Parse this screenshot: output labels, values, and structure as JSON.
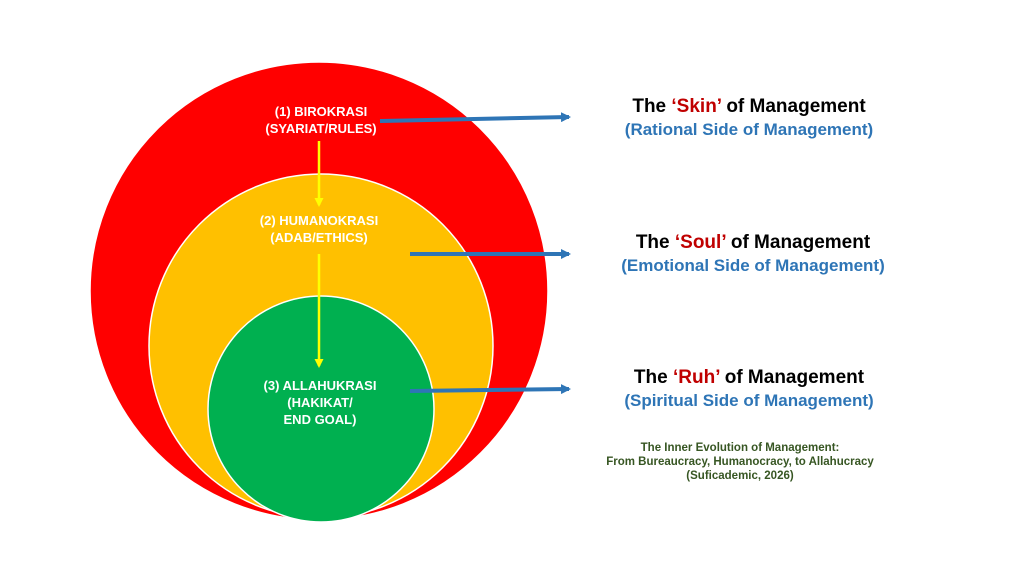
{
  "colors": {
    "outer": "#ff0000",
    "middle": "#ffc000",
    "inner": "#00b050",
    "ring_stroke": "#ffffff",
    "down_arrow": "#ffff00",
    "right_arrow": "#2e75b6",
    "highlight_word": "#c00000",
    "subtitle": "#2e75b6",
    "caption": "#375623"
  },
  "circles": [
    {
      "id": "outer",
      "lines": [
        "(1) BIROKRASI",
        "(SYARIAT/RULES)"
      ]
    },
    {
      "id": "middle",
      "lines": [
        "(2) HUMANOKRASI",
        "(ADAB/ETHICS)"
      ]
    },
    {
      "id": "inner",
      "lines": [
        "(3) ALLAHUKRASI",
        "(HAKIKAT/",
        "END GOAL)"
      ]
    }
  ],
  "right_labels": [
    {
      "prefix": "The ",
      "quoted": "‘Skin’",
      "suffix": " of Management",
      "subtitle": "(Rational Side of Management)"
    },
    {
      "prefix": "The ",
      "quoted": "‘Soul’",
      "suffix": " of Management",
      "subtitle": "(Emotional Side of Management)"
    },
    {
      "prefix": "The ",
      "quoted": "‘Ruh’",
      "suffix": " of Management",
      "subtitle": "(Spiritual Side of Management)"
    }
  ],
  "caption": {
    "line1": "The Inner Evolution of Management:",
    "line2": "From Bureaucracy, Humanocracy, to Allahucracy",
    "line3": "(Suficademic, 2026)"
  }
}
